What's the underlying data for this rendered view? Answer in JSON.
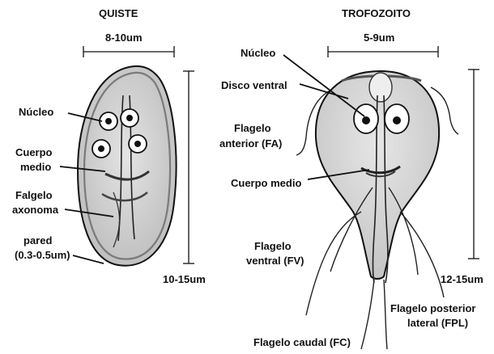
{
  "quiste": {
    "title": "QUISTE",
    "width_dim": "8-10um",
    "height_dim": "10-15um",
    "labels": {
      "nucleo": "Núcleo",
      "cuerpo_medio_1": "Cuerpo",
      "cuerpo_medio_2": "medio",
      "axonoma_1": "Falgelo",
      "axonoma_2": "axonoma",
      "pared_1": "pared",
      "pared_2": "(0.3-0.5um)"
    }
  },
  "trofozoito": {
    "title": "TROFOZOITO",
    "width_dim": "5-9um",
    "height_dim": "12-15um",
    "labels": {
      "nucleo": "Núcleo",
      "disco_ventral": "Disco ventral",
      "flagelo_anterior_1": "Flagelo",
      "flagelo_anterior_2": "anterior (FA)",
      "cuerpo_medio": "Cuerpo medio",
      "flagelo_ventral_1": "Flagelo",
      "flagelo_ventral_2": "ventral (FV)",
      "flagelo_posterior_1": "Flagelo posterior",
      "flagelo_posterior_2": "lateral (FPL)",
      "flagelo_caudal": "Flagelo caudal (FC)"
    }
  },
  "colors": {
    "ink": "#111111",
    "body_fill": "#d6d6d6",
    "cyst_wall": "#9a9a9a"
  }
}
